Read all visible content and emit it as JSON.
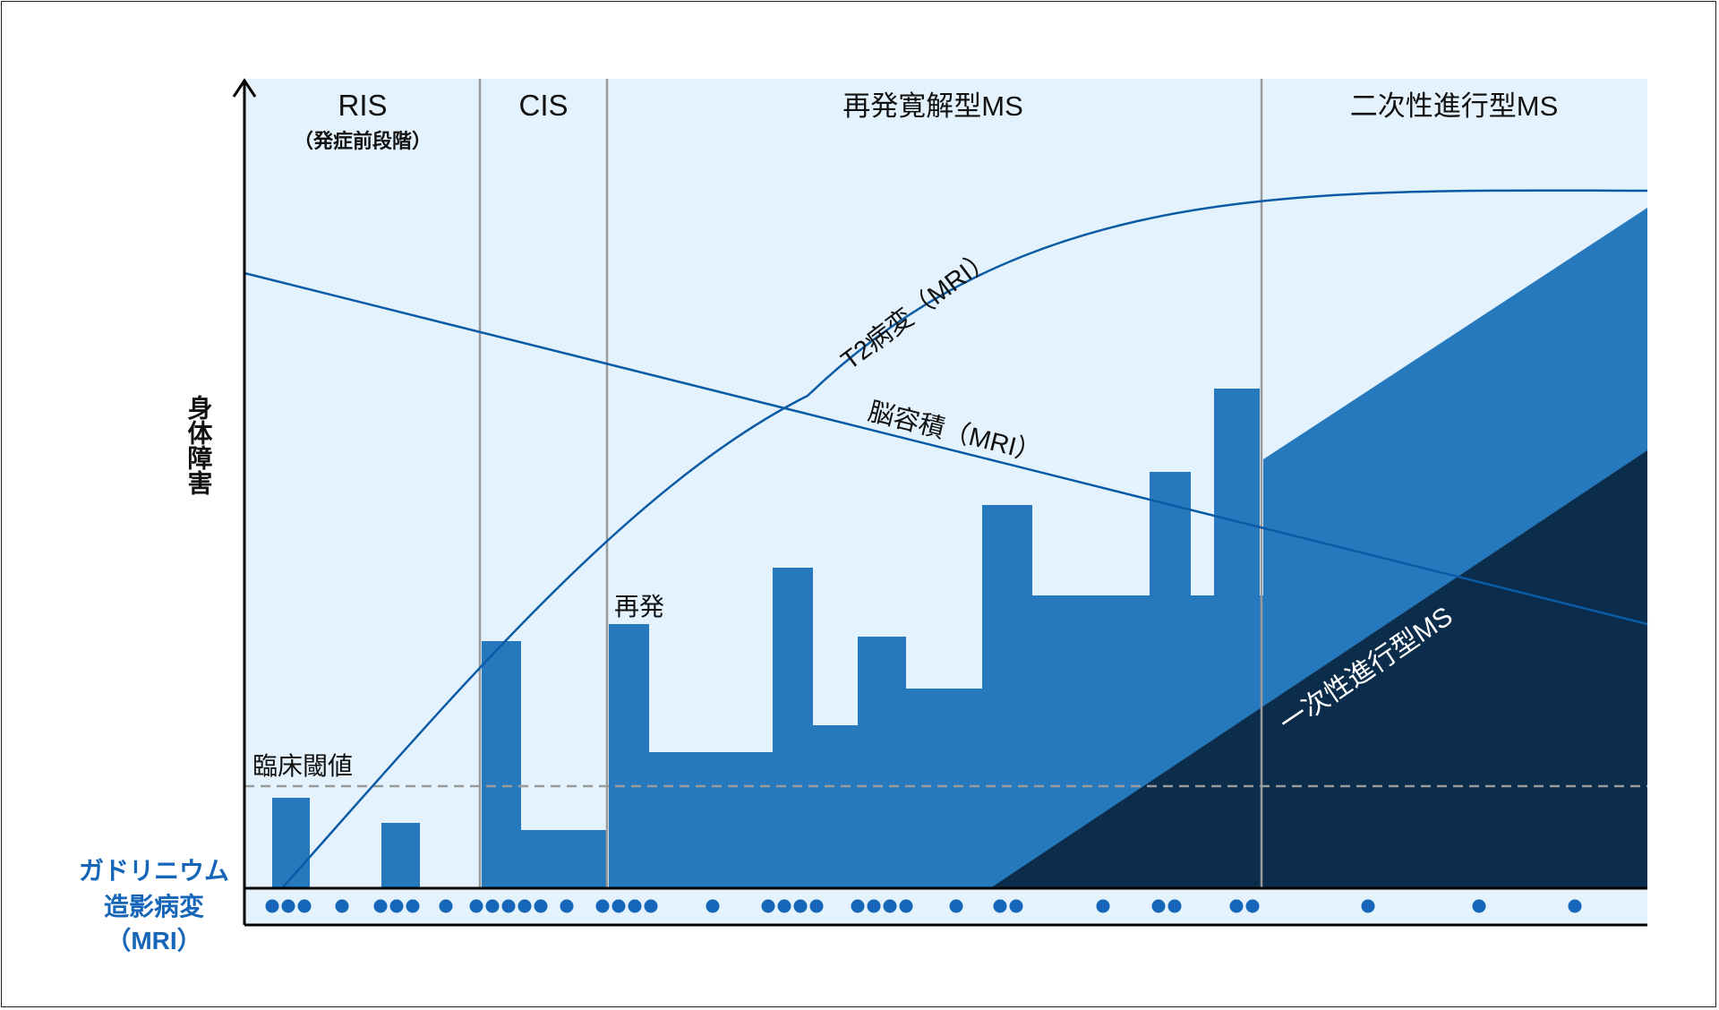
{
  "phases": [
    {
      "label": "RIS",
      "sublabel": "（発症前段階）"
    },
    {
      "label": "CIS",
      "sublabel": ""
    },
    {
      "label": "再発寛解型MS",
      "sublabel": ""
    },
    {
      "label": "二次性進行型MS",
      "sublabel": ""
    }
  ],
  "y_axis_label": "身体障害",
  "threshold_label": "臨床閾値",
  "relapse_label": "再発",
  "curve_labels": {
    "t2": "T2病変（MRI）",
    "brain_volume": "脳容積（MRI）",
    "primary_progressive": "一次性進行型MS"
  },
  "gadolinium_label": {
    "line1": "ガドリニウム",
    "line2": "造影病変",
    "line3": "（MRI）"
  },
  "colors": {
    "panel_background": "#e3f2fc",
    "relapse_bars": "#2779bd",
    "progressive_area": "#0b2d4b",
    "curves": "#0b5aa6",
    "gadolinium_label": "#1565b8",
    "dots": "#1565b8",
    "phase_divider": "#9a9a9a",
    "threshold_line": "#9a9a9a"
  }
}
